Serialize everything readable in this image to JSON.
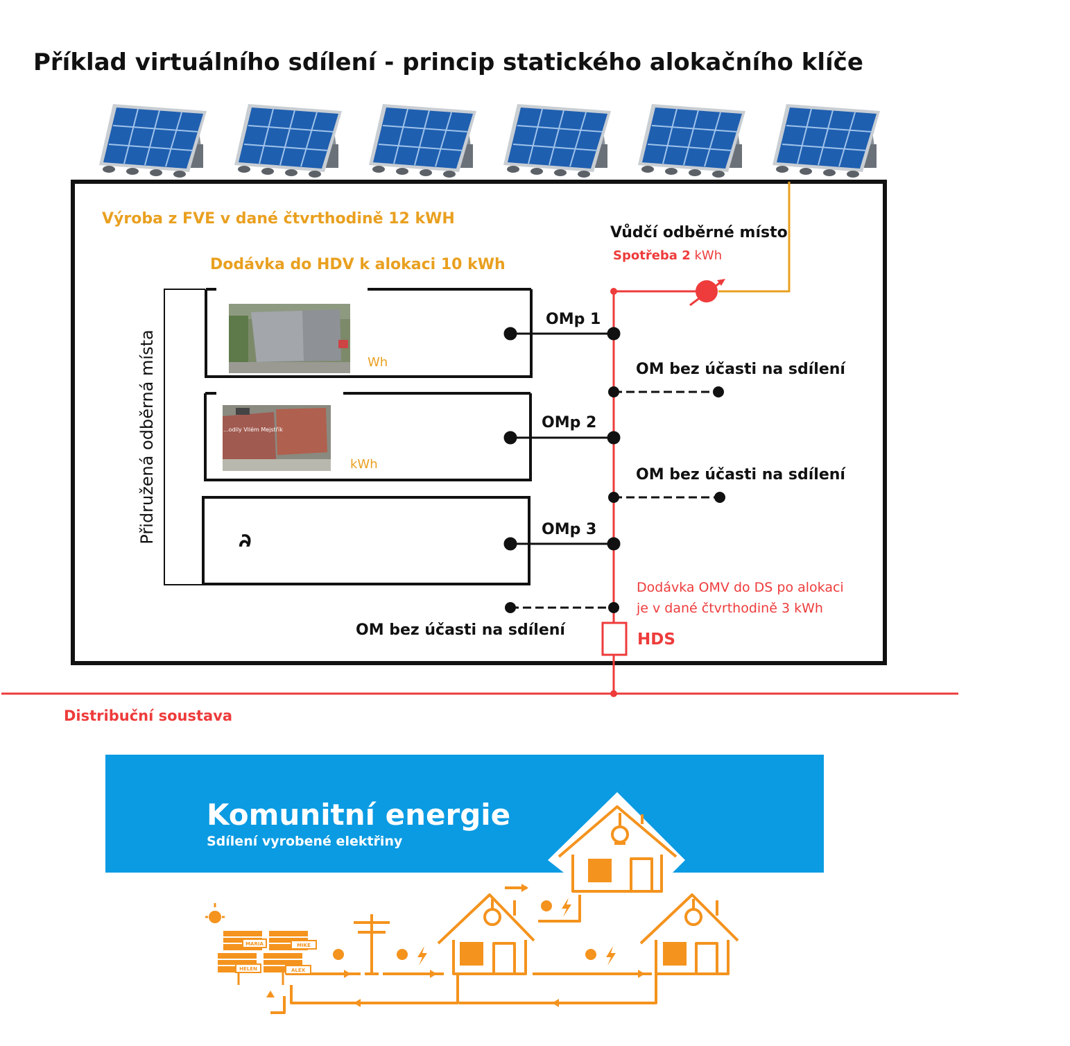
{
  "title": "Příklad virtuálního sdílení - princip statického alokačního klíče",
  "labels": {
    "production": "Výroba z FVE v dané čtvrthodině 12 kWH",
    "delivery": "Dodávka do HDV k alokaci 10 kWh",
    "leading_point": "Vůdčí odběrné místo",
    "consumption_bold": "Spotřeba 2",
    "consumption_unit": "kWh",
    "associated_points": "Přidružená odběrná místa",
    "omp1": "OMp 1",
    "omp2": "OMp 2",
    "omp3": "OMp 3",
    "om_no_share_1": "OM bez účasti na sdílení",
    "om_no_share_2": "OM bez účasti na sdílení",
    "om_no_share_3": "OM bez účasti na sdílení",
    "omv_delivery_line1": "Dodávka OMV do DS po alokaci",
    "omv_delivery_line2": "je v dané čtvrthodině 3 kWh",
    "hds": "HDS",
    "distribution": "Distribuční soustava",
    "box1_unit": "Wh",
    "box2_unit": "kWh",
    "box3_char": "∂",
    "photo2_caption": "...odily Vilém Mejstřík"
  },
  "banner": {
    "title": "Komunitní energie",
    "subtitle": "Sdílení vyrobené elektřiny",
    "panel_names": [
      "MARIA",
      "MIKE",
      "HELEN",
      "ALEX"
    ]
  },
  "colors": {
    "accent_orange": "#e9a020",
    "icon_orange": "#f4931e",
    "line_red": "#ee3b3b",
    "banner_blue": "#0a9be2",
    "panel_blue": "#1f5fb0"
  },
  "icons": [
    "solar-panel-icon",
    "electric-meter-icon",
    "house-icon",
    "light-bulb-icon",
    "power-pole-icon",
    "sun-icon",
    "lightning-icon"
  ]
}
